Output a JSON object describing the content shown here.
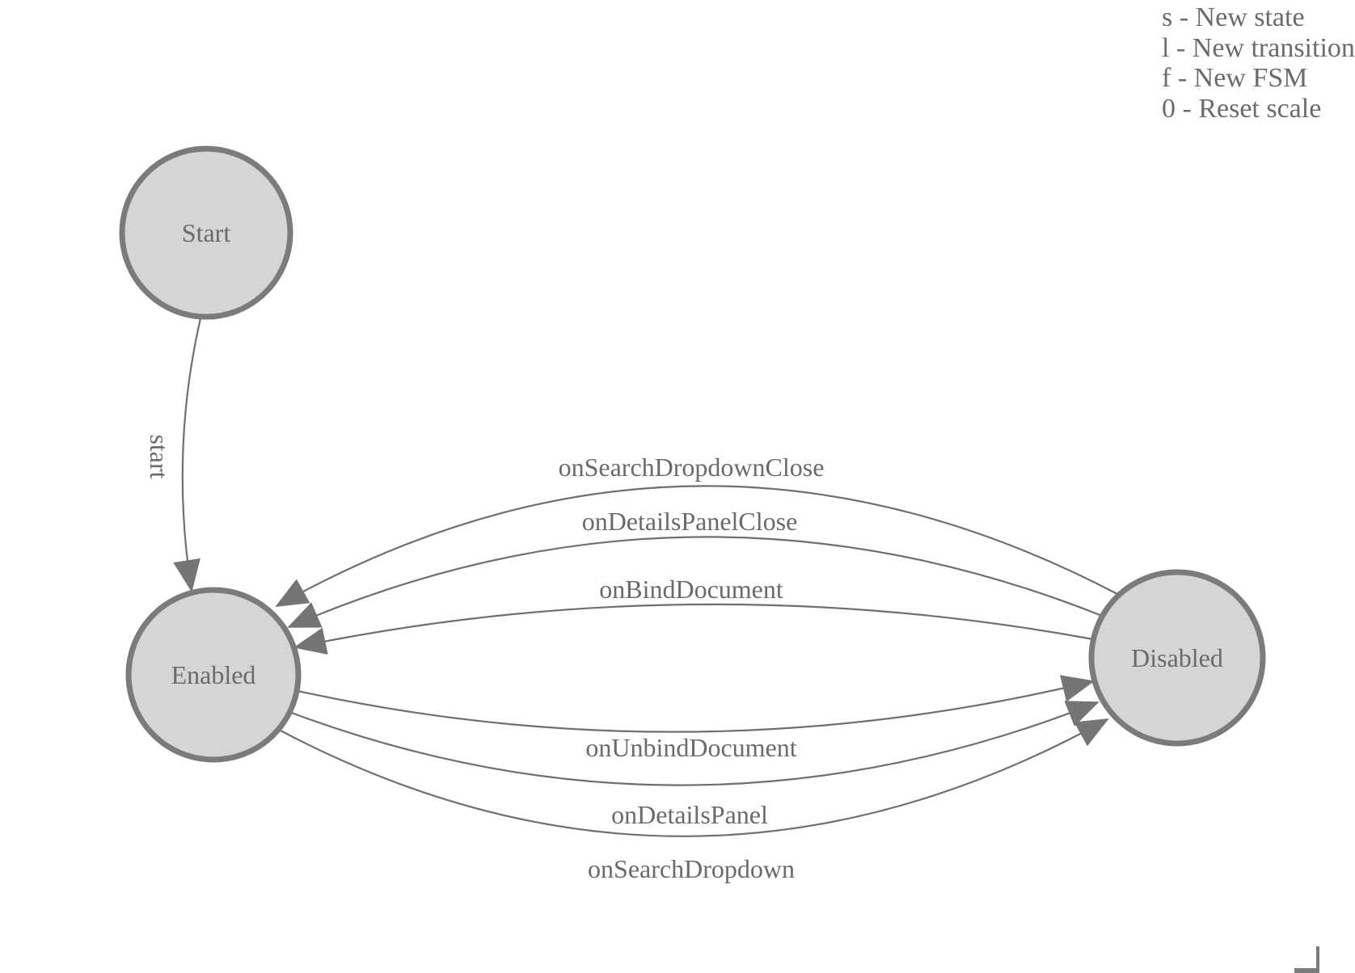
{
  "legend": {
    "lines": [
      "s - New state",
      "l - New transition",
      "f - New FSM",
      "0 - Reset scale"
    ]
  },
  "nodes": [
    {
      "id": "start",
      "label": "Start"
    },
    {
      "id": "enabled",
      "label": "Enabled"
    },
    {
      "id": "disabled",
      "label": "Disabled"
    }
  ],
  "edges": [
    {
      "from": "Start",
      "to": "Enabled",
      "label": "start"
    },
    {
      "from": "Disabled",
      "to": "Enabled",
      "label": "onSearchDropdownClose"
    },
    {
      "from": "Disabled",
      "to": "Enabled",
      "label": "onDetailsPanelClose"
    },
    {
      "from": "Disabled",
      "to": "Enabled",
      "label": "onBindDocument"
    },
    {
      "from": "Enabled",
      "to": "Disabled",
      "label": "onUnbindDocument"
    },
    {
      "from": "Enabled",
      "to": "Disabled",
      "label": "onDetailsPanel"
    },
    {
      "from": "Enabled",
      "to": "Disabled",
      "label": "onSearchDropdown"
    }
  ],
  "colors": {
    "node_fill": "#d5d5d5",
    "node_stroke": "#7b7b7b",
    "edge_stroke": "#6f6f6f",
    "arrowhead": "#757575",
    "label_text": "#6a6a6a",
    "legend_text": "#6b6b6b"
  }
}
